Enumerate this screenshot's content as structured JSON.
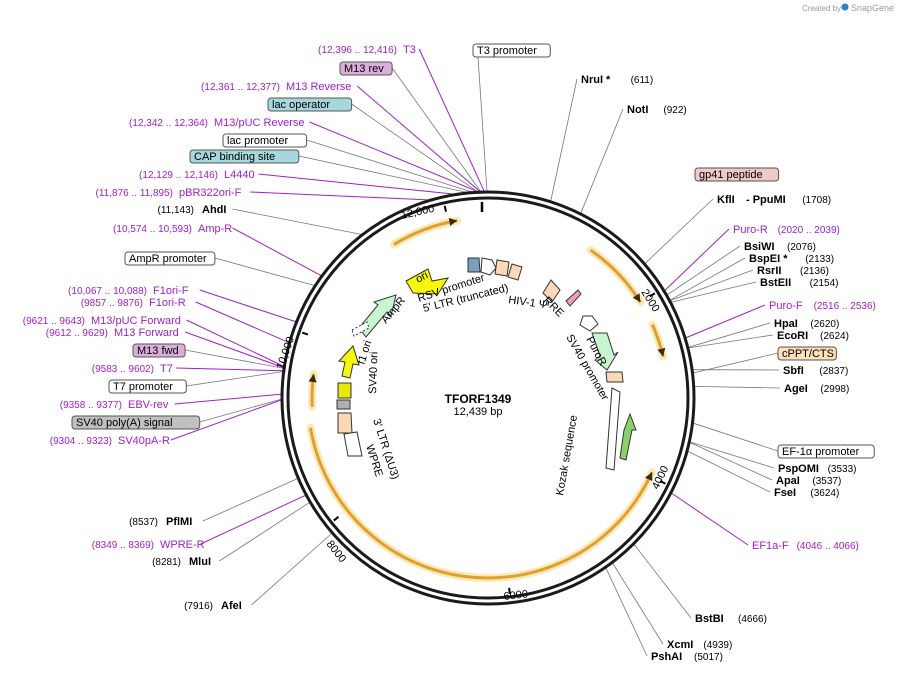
{
  "credit": "Created by",
  "brand": "SnapGene",
  "plasmid": {
    "name": "TFORF1349",
    "length": "12,439 bp"
  },
  "ticks": [
    "2000",
    "4000",
    "6000",
    "8000",
    "10,000",
    "12,000"
  ],
  "enzymes": [
    {
      "name": "NruI *",
      "pos": "(611)"
    },
    {
      "name": "NotI",
      "pos": "(922)"
    },
    {
      "name": "KflI",
      "pos": ""
    },
    {
      "name": "- PpuMI",
      "pos": "(1708)"
    },
    {
      "name": "BsiWI",
      "pos": "(2076)"
    },
    {
      "name": "BspEI *",
      "pos": "(2133)"
    },
    {
      "name": "RsrII",
      "pos": "(2136)"
    },
    {
      "name": "BstEII",
      "pos": "(2154)"
    },
    {
      "name": "HpaI",
      "pos": "(2620)"
    },
    {
      "name": "EcoRI",
      "pos": "(2624)"
    },
    {
      "name": "SbfI",
      "pos": "(2837)"
    },
    {
      "name": "AgeI",
      "pos": "(2998)"
    },
    {
      "name": "PspOMI",
      "pos": "(3533)"
    },
    {
      "name": "ApaI",
      "pos": "(3537)"
    },
    {
      "name": "FseI",
      "pos": "(3624)"
    },
    {
      "name": "BstBI",
      "pos": "(4666)"
    },
    {
      "name": "XcmI",
      "pos": "(4939)"
    },
    {
      "name": "PshAI",
      "pos": "(5017)"
    },
    {
      "name": "AfeI",
      "pos": "(7916)"
    },
    {
      "name": "MluI",
      "pos": "(8281)"
    },
    {
      "name": "PflMI",
      "pos": "(8537)"
    },
    {
      "name": "AhdI",
      "pos": "(11,143)"
    }
  ],
  "primers": [
    {
      "name": "T3",
      "pos": "(12,396 .. 12,416)"
    },
    {
      "name": "M13 Reverse",
      "pos": "(12,361 .. 12,377)"
    },
    {
      "name": "M13/pUC Reverse",
      "pos": "(12,342 .. 12,364)"
    },
    {
      "name": "L4440",
      "pos": "(12,129 .. 12,146)"
    },
    {
      "name": "pBR322ori-F",
      "pos": "(11,876 .. 11,895)"
    },
    {
      "name": "Amp-R",
      "pos": "(10,574 .. 10,593)"
    },
    {
      "name": "F1ori-F",
      "pos": "(10,067 .. 10,088)"
    },
    {
      "name": "F1ori-R",
      "pos": "(9857 .. 9876)"
    },
    {
      "name": "M13/pUC Forward",
      "pos": "(9621 .. 9643)"
    },
    {
      "name": "M13 Forward",
      "pos": "(9612 .. 9629)"
    },
    {
      "name": "T7",
      "pos": "(9583 .. 9602)"
    },
    {
      "name": "EBV-rev",
      "pos": "(9358 .. 9377)"
    },
    {
      "name": "SV40pA-R",
      "pos": "(9304 .. 9323)"
    },
    {
      "name": "WPRE-R",
      "pos": "(8349 .. 8369)"
    },
    {
      "name": "Puro-R",
      "pos": "(2020 .. 2039)"
    },
    {
      "name": "Puro-F",
      "pos": "(2516 .. 2536)"
    },
    {
      "name": "EF1a-F",
      "pos": "(4046 .. 4066)"
    }
  ],
  "boxes": [
    "T3 promoter",
    "M13 rev",
    "lac operator",
    "lac promoter",
    "CAP binding site",
    "gp41 peptide",
    "cPPT/CTS",
    "EF-1α promoter",
    "AmpR promoter",
    "M13 fwd",
    "T7 promoter",
    "SV40 poly(A) signal"
  ],
  "features": [
    "ori",
    "AmpR",
    "RSV promoter",
    "5' LTR (truncated)",
    "HIV-1 Ψ",
    "RRE",
    "PuroR",
    "SV40 promoter",
    "Kozak sequence",
    "f1 ori",
    "SV40 ori",
    "3' LTR (ΔU3)",
    "WPRE"
  ],
  "colors": {
    "primer": "#a020c8",
    "orf_arrow": "#e0a030",
    "orf_glow": "#fde8b8",
    "ori": "#f7f70a",
    "ampr": "#c8f5d0",
    "promoter_box": "#ffffff",
    "m13_box": "#dcaedc",
    "lac_box": "#a6d7dc",
    "gp41_box": "#f0c8c8",
    "cppt_box": "#fde0b8",
    "sv40_box": "#c0c0c0",
    "ltr": "#fbd9b8"
  }
}
